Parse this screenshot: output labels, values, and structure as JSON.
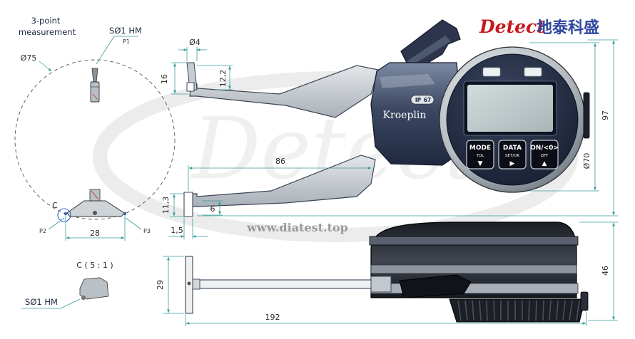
{
  "brand": {
    "name_latin": "Detect",
    "name_cn": "地泰科盛",
    "website": "www.diatest.top",
    "watermark": "Detect"
  },
  "gauge": {
    "logo": "Kroeplin",
    "ip_prefix": "IP",
    "ip_rating": "67",
    "buttons": [
      {
        "label": "MODE",
        "sub": "TOL",
        "arrow": "▼"
      },
      {
        "label": "DATA",
        "sub": "SET/OK",
        "arrow": "▶"
      },
      {
        "label": "ON/<0>",
        "sub": "OFF",
        "arrow": "▲"
      }
    ]
  },
  "annotations": {
    "three_point_line1": "3-point",
    "three_point_line2": "measurement",
    "contact_ball_top": "SØ1 HM",
    "point1": "P1",
    "point2": "P2",
    "point3": "P3",
    "detail_marker": "C",
    "detail_scale": "C ( 5 : 1 )",
    "contact_ball_detail": "SØ1 HM"
  },
  "dimensions": {
    "circle_diameter": "Ø75",
    "span_28": "28",
    "tip_diameter": "Ø4",
    "tip_height_16": "16",
    "tip_height_12_2": "12,2",
    "arm_length_86": "86",
    "jaw_gap_11_3": "11,3",
    "jaw_depth_6": "6",
    "jaw_offset_1_5": "1,5",
    "height_97": "97",
    "dial_diameter": "Ø70",
    "depth_46": "46",
    "depth_29": "29",
    "overall_length_192": "192"
  },
  "colors": {
    "brand_red": "#c8191e",
    "brand_blue": "#3046a0",
    "dimension_line": "#3a9b9b",
    "housing_dark": "#26314a",
    "lcd": "#c4d0d1"
  }
}
